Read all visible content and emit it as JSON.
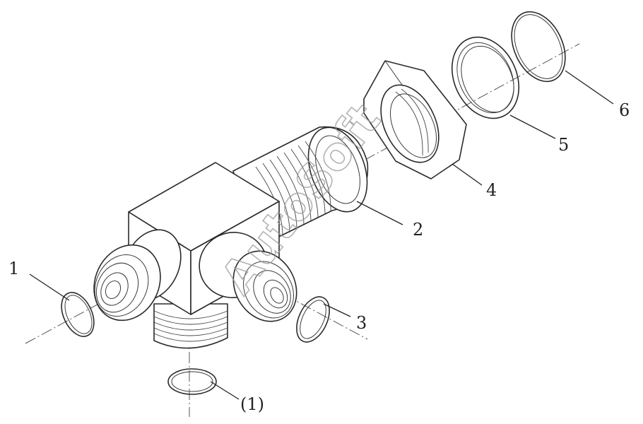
{
  "callouts": {
    "c1": "1",
    "c1p": "(1)",
    "c2": "2",
    "c3": "3",
    "c4": "4",
    "c5": "5",
    "c6": "6"
  },
  "watermark": "AutoSoft"
}
